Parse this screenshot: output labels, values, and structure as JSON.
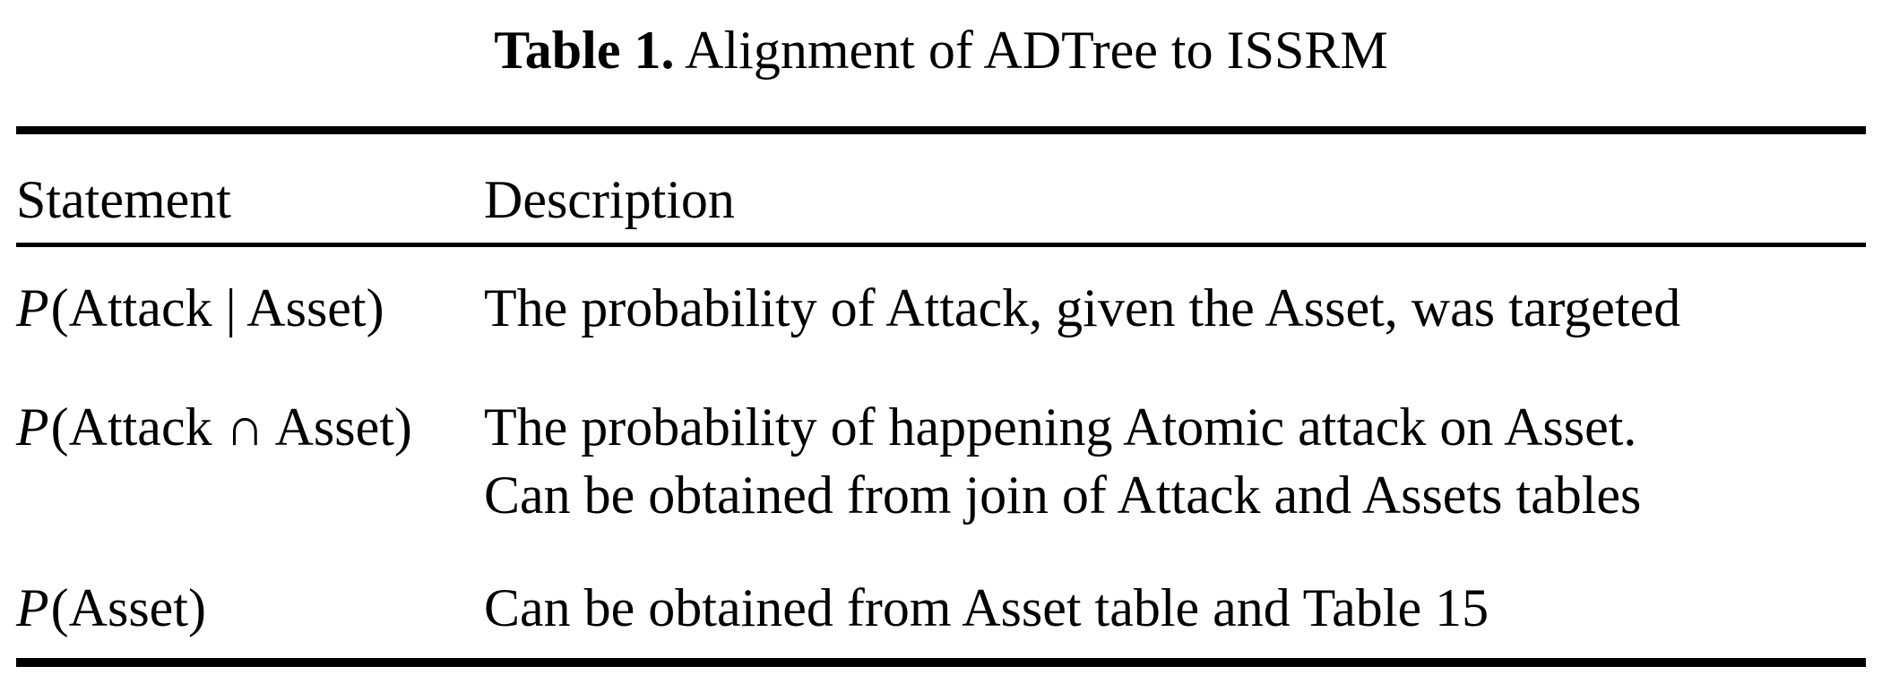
{
  "title": {
    "label_bold": "Table 1.",
    "label_rest": " Alignment of ADTree to ISSRM"
  },
  "table": {
    "headers": {
      "statement": "Statement",
      "description": "Description"
    },
    "rows": [
      {
        "statement_p": "P",
        "statement_args": "(Attack | Asset)",
        "description_lines": {
          "0": "The probability of Attack, given the Asset, was targeted"
        }
      },
      {
        "statement_p": "P",
        "statement_args": "(Attack ∩ Asset)",
        "description_lines": {
          "0": "The probability of happening Atomic attack on Asset.",
          "1": "Can be obtained from join of Attack and Assets tables"
        }
      },
      {
        "statement_p": "P",
        "statement_args": "(Asset)",
        "description_lines": {
          "0": "Can be obtained from Asset table and Table 15"
        }
      }
    ]
  }
}
